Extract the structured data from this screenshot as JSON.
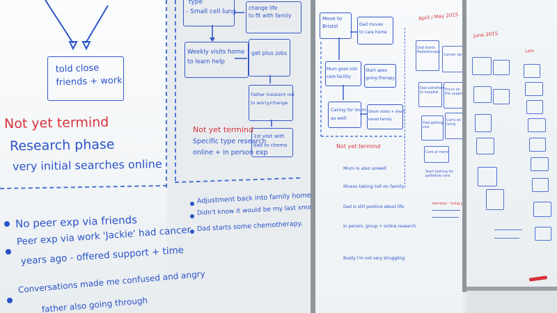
{
  "left_board": {
    "box_told": "told close\nfriends + work",
    "red_label": "Not yet termind",
    "research_1": "Research phase",
    "research_2": "very initial searches online",
    "bullets": [
      "No peer exp via friends",
      "Peer exp via work 'Jackie' had cancer",
      "years ago - offered support + time",
      "Conversations made me confused and angry",
      "father also going through"
    ]
  },
  "middle_board": {
    "box_top_1": "type",
    "box_top_2": "- Small cell lung",
    "box_top_right": "change life\nto fit with family",
    "box_weekly": "Weekly visits home\nto learn help",
    "box_getplus": "get plus jobs",
    "box_father": "Father insistent not\nto worry/change",
    "box_first_visit": "1st visit with\ndad to chemo",
    "red_label": "Not yet termind",
    "specific_1": "Specific type research",
    "specific_2": "online + in person exp",
    "bullets": [
      "Adjustment back into family home + role",
      "Didn't know it would be my last xmas with dad",
      "Dad starts some chemotherapy."
    ]
  },
  "right_board": {
    "box_move": "Move to\nBristol",
    "box_dad_moves": "Dad moves\nto care home",
    "box_mum_goes": "Mum goes into\ncare facility",
    "box_start_apes": "Start apes\ngoing therapy",
    "box_caring": "Caring for mum\nas well",
    "box_short": "Short visits + short\nemail family",
    "red_label": "Not yet termind",
    "bullets": [
      "Mum is also unwell",
      "Illness taking toll on family",
      "Dad is still positive about life",
      "In person, group + online research",
      "Busily I'm not very struggling"
    ],
    "header": "April / May 2015",
    "col_boxes": [
      "Dad starts\nRadiotherapy",
      "Cancer spreads",
      "Dad admitted\nto hospital",
      "Focus on\nthe support",
      "Dad getting\nsick",
      "Carry on\nliving",
      "Care at home",
      "Start looking for\npalliative care"
    ],
    "terminal_label": "terminal - living phase"
  },
  "far_right_board": {
    "header": "June 2015",
    "side_header": "Late"
  }
}
